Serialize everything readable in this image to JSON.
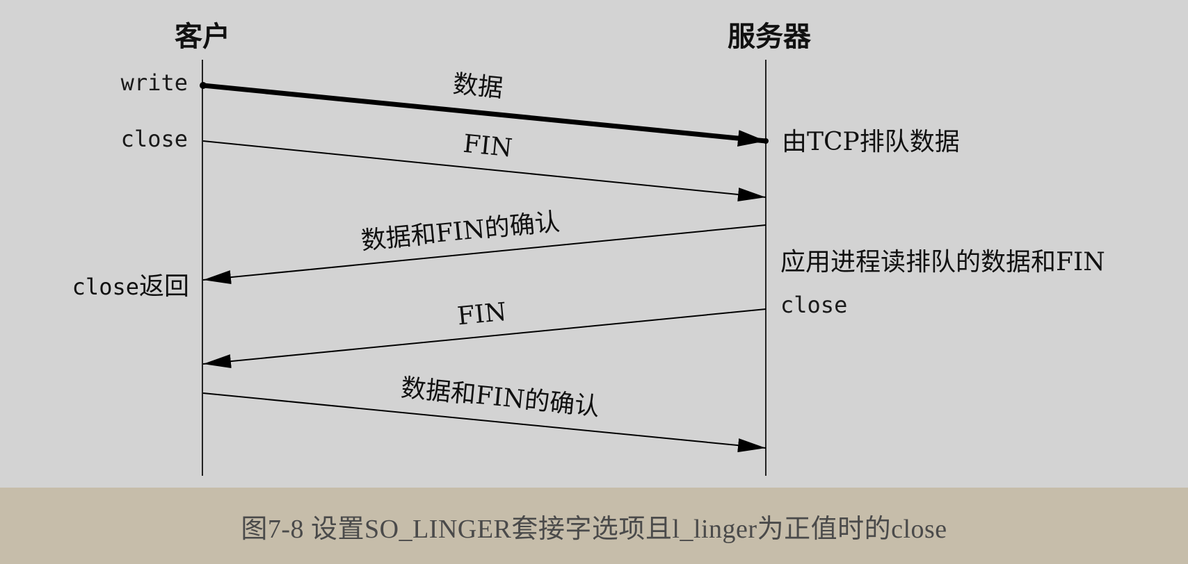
{
  "lifelines": {
    "client": {
      "label": "客户"
    },
    "server": {
      "label": "服务器"
    }
  },
  "client_events": {
    "write": "write",
    "close": "close",
    "close_return_code": "close",
    "close_return_text": "返回"
  },
  "server_events": {
    "queue_note": "由TCP排队数据",
    "app_read_note": "应用进程读排队的数据和FIN",
    "close": "close"
  },
  "messages": [
    {
      "label": "数据",
      "direction": "client-to-server"
    },
    {
      "label": "FIN",
      "direction": "client-to-server"
    },
    {
      "label": "数据和FIN的确认",
      "direction": "server-to-client"
    },
    {
      "label": "FIN",
      "direction": "server-to-client"
    },
    {
      "label": "数据和FIN的确认",
      "direction": "client-to-server"
    }
  ],
  "caption": "图7-8 设置SO_LINGER套接字选项且l_linger为正值时的close"
}
